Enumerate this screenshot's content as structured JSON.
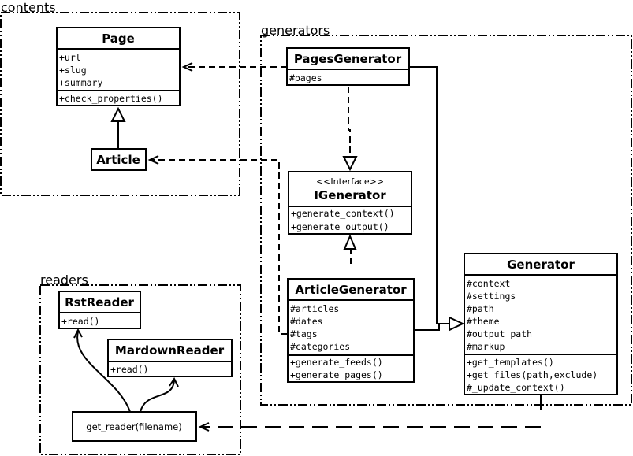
{
  "packages": {
    "contents": "contents",
    "generators": "generators",
    "readers": "readers"
  },
  "classes": {
    "page": {
      "name": "Page",
      "attributes": [
        "+url",
        "+slug",
        "+summary"
      ],
      "methods": [
        "+check_properties()"
      ]
    },
    "article": {
      "name": "Article"
    },
    "pages_generator": {
      "name": "PagesGenerator",
      "attributes": [
        "#pages"
      ]
    },
    "igenerator": {
      "stereotype": "<<Interface>>",
      "name": "IGenerator",
      "methods": [
        "+generate_context()",
        "+generate_output()"
      ]
    },
    "article_generator": {
      "name": "ArticleGenerator",
      "attributes": [
        "#articles",
        "#dates",
        "#tags",
        "#categories"
      ],
      "methods": [
        "+generate_feeds()",
        "+generate_pages()"
      ]
    },
    "generator": {
      "name": "Generator",
      "attributes": [
        "#context",
        "#settings",
        "#path",
        "#theme",
        "#output_path",
        "#markup"
      ],
      "methods": [
        "+get_templates()",
        "+get_files(path,exclude)",
        "#_update_context()"
      ]
    },
    "rst_reader": {
      "name": "RstReader",
      "methods": [
        "+read()"
      ]
    },
    "mardown_reader": {
      "name": "MardownReader",
      "methods": [
        "+read()"
      ]
    },
    "get_reader": {
      "name": "get_reader(filename)"
    }
  }
}
